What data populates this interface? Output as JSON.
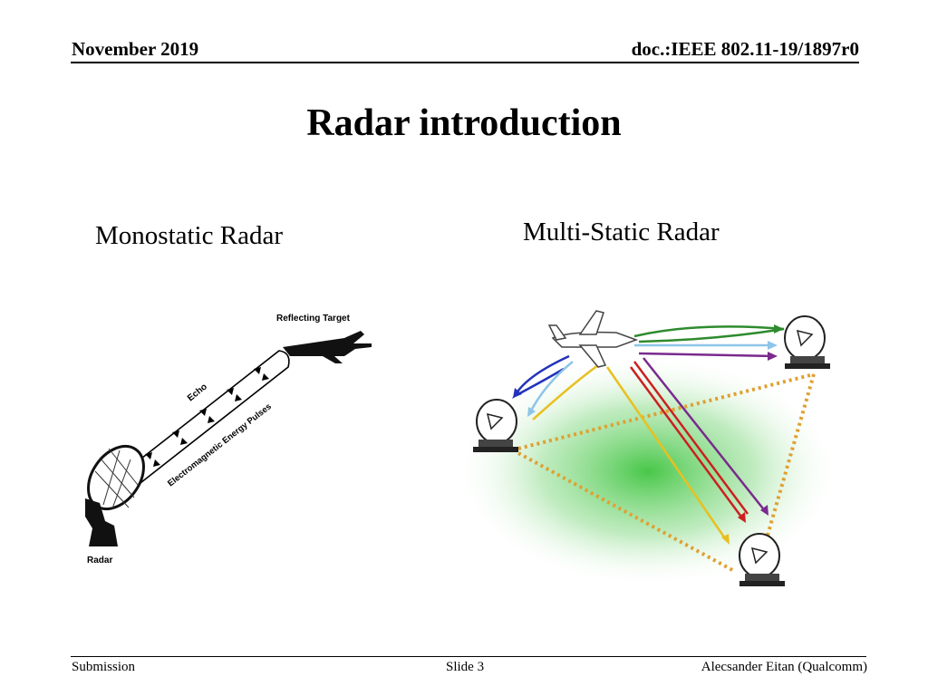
{
  "header": {
    "date": "November 2019",
    "doc_id": "doc.:IEEE 802.11-19/1897r0"
  },
  "slide": {
    "title": "Radar introduction",
    "left_heading": "Monostatic Radar",
    "right_heading": "Multi-Static Radar"
  },
  "figure_monostatic": {
    "target_label": "Reflecting Target",
    "echo_label": "Echo",
    "pulses_label": "Electromagnetic Energy Pulses",
    "radar_label": "Radar"
  },
  "footer": {
    "left": "Submission",
    "center": "Slide 3",
    "right": "Alecsander Eitan (Qualcomm)"
  },
  "colors": {
    "green_path": "#2e8b2e",
    "lightblue_path": "#8ec5e8",
    "purple_path": "#7a2a8c",
    "blue_path": "#2233bb",
    "yellow_path": "#e8c020",
    "red_path": "#cc2020",
    "baseline_dotted": "#e0a030",
    "coverage_area": "#3ec43e"
  }
}
